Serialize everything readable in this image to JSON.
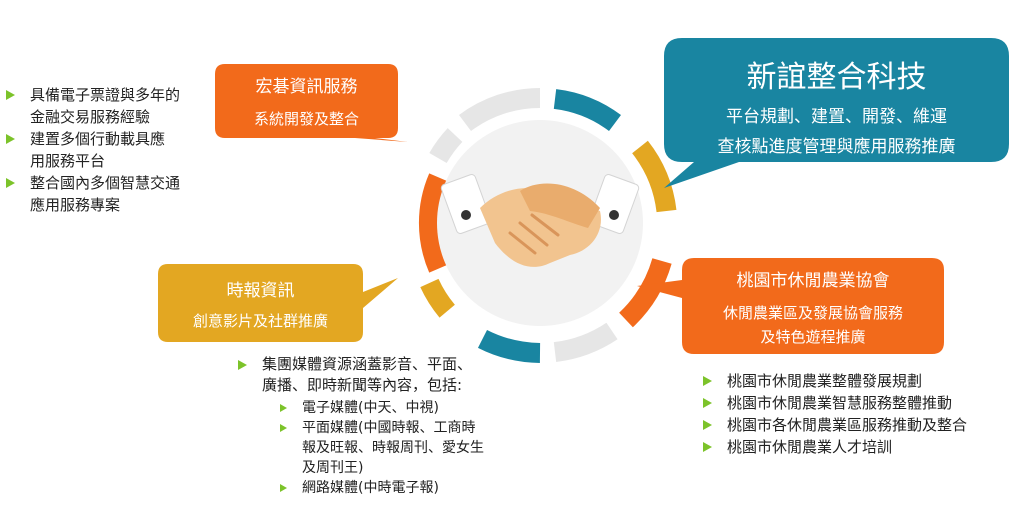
{
  "colors": {
    "orange": "#f26a1b",
    "blue": "#1985a1",
    "gold": "#e3a722",
    "light_gray": "#e6e6e6",
    "bullet_green": "#7cc32a"
  },
  "center": {
    "icon": "handshake-icon"
  },
  "hongji": {
    "title": "宏碁資訊服務",
    "subtitle": "系統開發及整合",
    "bullets": [
      "具備電子票證與多年的",
      "金融交易服務經驗",
      "建置多個行動載具應",
      "用服務平台",
      "整合國內多個智慧交通",
      "應用服務專案"
    ]
  },
  "xinyi": {
    "title": "新誼整合科技",
    "line1": "平台規劃、建置、開發、維運",
    "line2": "查核點進度管理與應用服務推廣"
  },
  "shibao": {
    "title": "時報資訊",
    "subtitle": "創意影片及社群推廣",
    "main_bullet_line1": "集團媒體資源涵蓋影音、平面、",
    "main_bullet_line2": "廣播、即時新聞等內容，包括:",
    "sub_bullets": [
      "電子媒體(中天、中視)",
      "平面媒體(中國時報、工商時",
      "報及旺報、時報周刊、愛女生",
      "及周刊王)",
      "網路媒體(中時電子報)"
    ]
  },
  "taoyuan": {
    "title": "桃園市休閒農業協會",
    "line1": "休閒農業區及發展協會服務",
    "line2": "及特色遊程推廣",
    "bullets": [
      "桃園市休閒農業整體發展規劃",
      "桃園市休閒農業智慧服務整體推動",
      "桃園市各休閒農業區服務推動及整合",
      "桃園市休閒農業人才培訓"
    ]
  }
}
